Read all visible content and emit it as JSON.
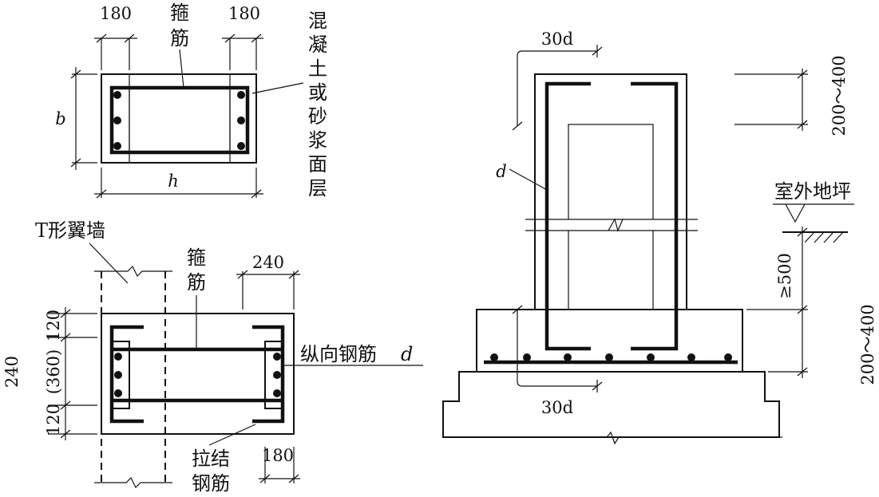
{
  "top_left_section": {
    "dim_left": "180",
    "dim_right": "180",
    "stirrup_label": [
      "箍",
      "筋"
    ],
    "facing_label": [
      "混",
      "凝",
      "土",
      "或",
      "砂",
      "浆",
      "面",
      "层"
    ],
    "dim_b": "b",
    "dim_h": "h"
  },
  "bottom_left_section": {
    "wing_wall_label": "T形翼墙",
    "stirrup_label": [
      "箍",
      "筋"
    ],
    "dim_top": "240",
    "dim_v1": "120",
    "dim_v2": "(360)",
    "dim_v3": "120",
    "dim_v_total": "240",
    "longitudinal_label": "纵向钢筋",
    "longitudinal_symbol": "d",
    "tie_label": [
      "拉结",
      "钢筋"
    ],
    "dim_bottom": "180"
  },
  "elevation": {
    "anchor_top": "30d",
    "dim_top_right": "200～400",
    "bar_dia": "d",
    "ground_label": "室外地坪",
    "depth_label": "≥500",
    "dim_bottom_right": "200～400",
    "anchor_bottom": "30d"
  }
}
